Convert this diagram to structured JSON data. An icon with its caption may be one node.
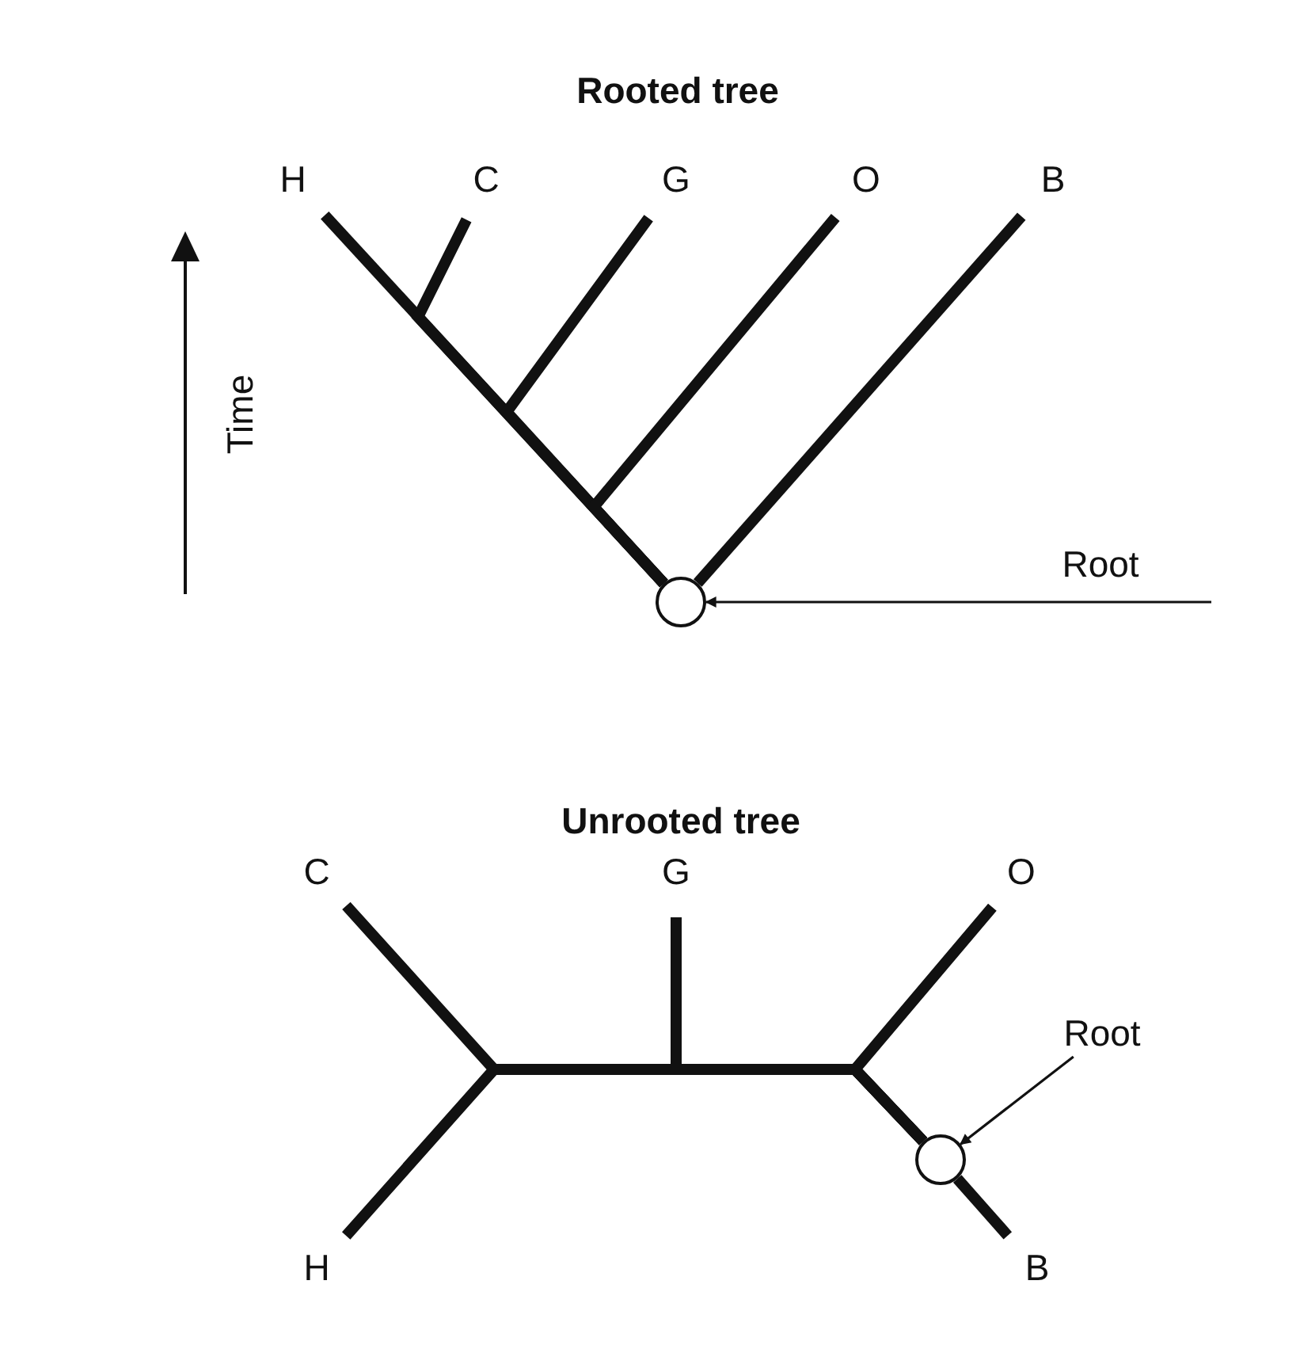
{
  "diagram": {
    "nodes": [
      {
        "text": [
          "H"
        ]
      },
      {
        "text": [
          "C"
        ]
      },
      {
        "text": [
          "G"
        ]
      },
      {
        "text": [
          "O"
        ]
      },
      {
        "text": [
          "B"
        ]
      },
      {
        "text": [],
        "shape": "circle"
      },
      {
        "text": [
          "Root"
        ]
      },
      {
        "text": [
          "C"
        ]
      },
      {
        "text": [
          "G"
        ]
      },
      {
        "text": [
          "O"
        ]
      },
      {
        "text": [
          "Root"
        ]
      },
      {
        "text": [],
        "shape": "circle"
      },
      {
        "text": [
          "H"
        ]
      },
      {
        "text": [
          "B"
        ]
      }
    ],
    "edges": [
      {
        "from": 5,
        "to": 0,
        "arrow": "none"
      },
      {
        "from": 5,
        "to": 1,
        "arrow": "none"
      },
      {
        "from": 5,
        "to": 2,
        "arrow": "none"
      },
      {
        "from": 5,
        "to": 3,
        "arrow": "none"
      },
      {
        "from": 5,
        "to": 4,
        "arrow": "none"
      },
      {
        "from": 6,
        "to": 5,
        "arrow": "to"
      },
      {
        "from": 11,
        "to": 7,
        "arrow": "none"
      },
      {
        "from": 11,
        "to": 8,
        "arrow": "none"
      },
      {
        "from": 11,
        "to": 9,
        "arrow": "none"
      },
      {
        "from": 11,
        "to": 12,
        "arrow": "none"
      },
      {
        "from": 11,
        "to": 13,
        "arrow": "none"
      },
      {
        "from": 10,
        "to": 11,
        "arrow": "to"
      }
    ],
    "labels": [
      "Rooted tree",
      "Time",
      "Unrooted tree"
    ]
  }
}
